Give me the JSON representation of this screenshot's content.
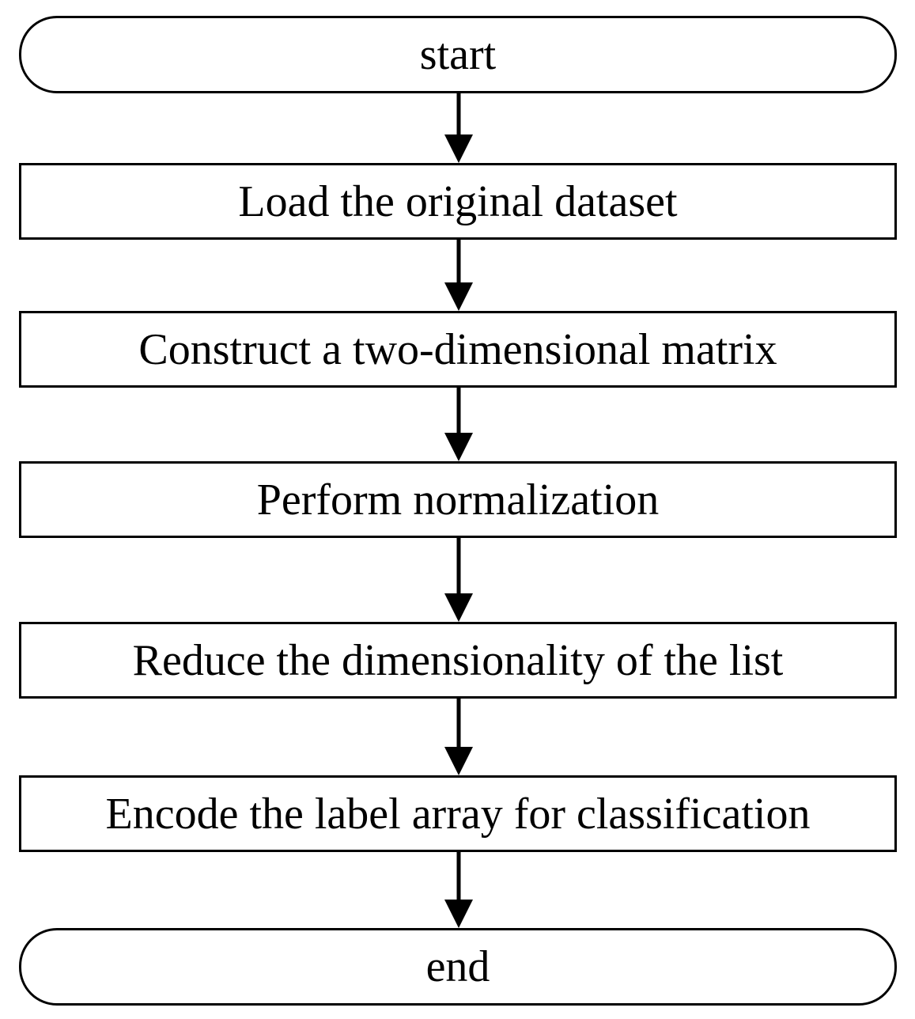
{
  "flowchart": {
    "start_label": "start",
    "steps": [
      "Load the original dataset",
      "Construct a two-dimensional matrix",
      "Perform normalization",
      "Reduce the dimensionality of the list",
      "Encode the label array for classification"
    ],
    "end_label": "end"
  },
  "colors": {
    "stroke": "#000000",
    "background": "#ffffff"
  }
}
